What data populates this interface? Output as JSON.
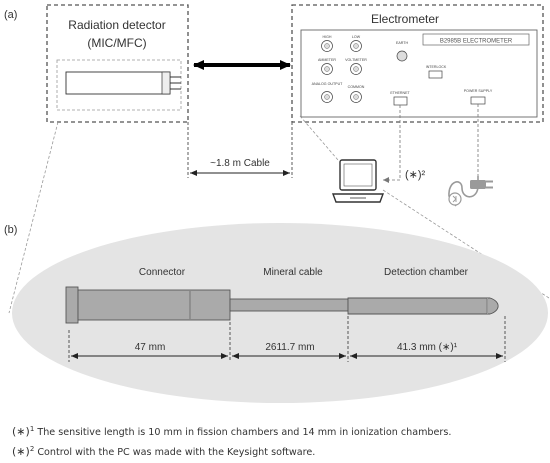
{
  "panel_a": {
    "label": "(a)",
    "detector": {
      "title": "Radiation detector",
      "subtitle": "(MIC/MFC)"
    },
    "electrometer": {
      "title": "Electrometer",
      "model": "B2985B ELECTROMETER",
      "ports": {
        "high": "HIGH",
        "low": "LOW",
        "earth": "EARTH",
        "ammeter": "AMMETER",
        "voltmeter": "VOLTMETER",
        "interlock": "INTERLOCK",
        "analog_output": "ANALOG OUTPUT",
        "common": "COMMON",
        "ethernet": "ETHERNET",
        "power_supply": "POWER SUPPLY"
      }
    },
    "cable_label": "~1.8 m Cable",
    "pc_note": "(∗)²"
  },
  "panel_b": {
    "label": "(b)",
    "parts": {
      "connector": "Connector",
      "mineral_cable": "Mineral cable",
      "detection_chamber": "Detection chamber"
    },
    "dims": {
      "connector": "47 mm",
      "cable": "2611.7 mm",
      "chamber": "41.3 mm (∗)¹"
    }
  },
  "footnotes": {
    "note1": {
      "mark": "(∗)",
      "sup": "1",
      "text": "The sensitive length is 10 mm in fission chambers and 14 mm in ionization chambers."
    },
    "note2": {
      "mark": "(∗)",
      "sup": "2",
      "text": "Control with the PC was made with the Keysight software."
    }
  },
  "colors": {
    "dashed_frame": "#555555",
    "ellipse_fill": "#e4e4e4",
    "component_fill": "#aaaaaa",
    "text": "#333333"
  }
}
